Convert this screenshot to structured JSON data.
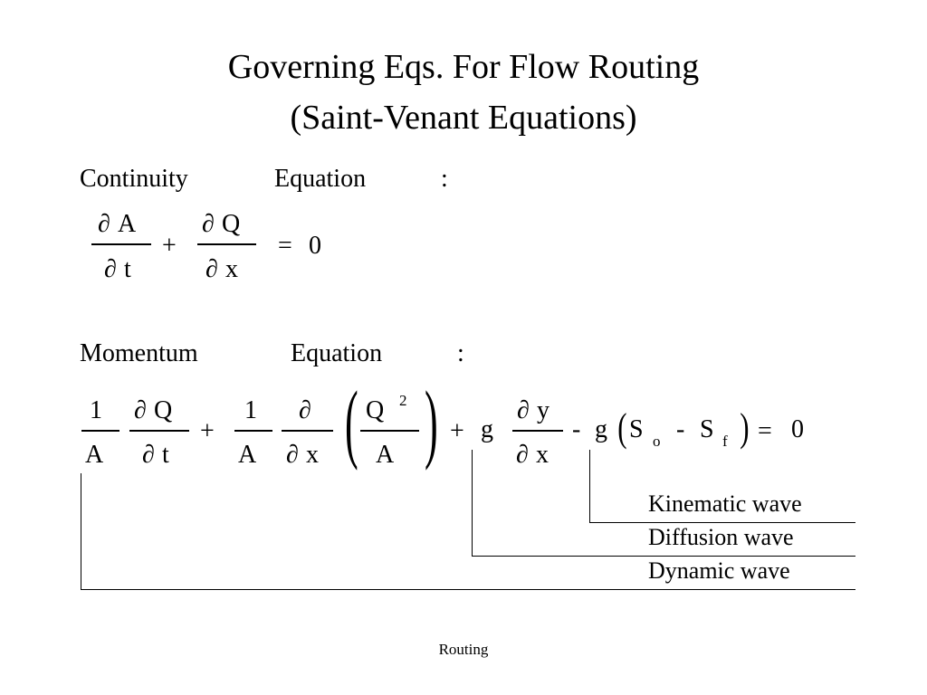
{
  "title": {
    "line1": "Governing Eqs. For Flow Routing",
    "line2": "(Saint-Venant Equations)"
  },
  "continuity": {
    "label_word1": "Continuity",
    "label_word2": "Equation",
    "label_colon": ":",
    "partial": "∂",
    "var_A": "A",
    "var_t": "t",
    "var_Q": "Q",
    "var_x": "x",
    "plus": "+",
    "equals": "=",
    "zero": "0"
  },
  "momentum": {
    "label_word1": "Momentum",
    "label_word2": "Equation",
    "label_colon": ":",
    "one": "1",
    "var_A": "A",
    "partial": "∂",
    "var_Q": "Q",
    "var_t": "t",
    "var_x": "x",
    "var_y": "y",
    "exponent": "2",
    "plus": "+",
    "minus": "-",
    "g": "g",
    "open_paren": "(",
    "close_paren": ")",
    "S": "S",
    "sub_o": "o",
    "sub_f": "f",
    "equals": "=",
    "zero": "0"
  },
  "waves": {
    "kinematic": "Kinematic wave",
    "diffusion": "Diffusion wave",
    "dynamic": "Dynamic wave"
  },
  "footer": "Routing"
}
